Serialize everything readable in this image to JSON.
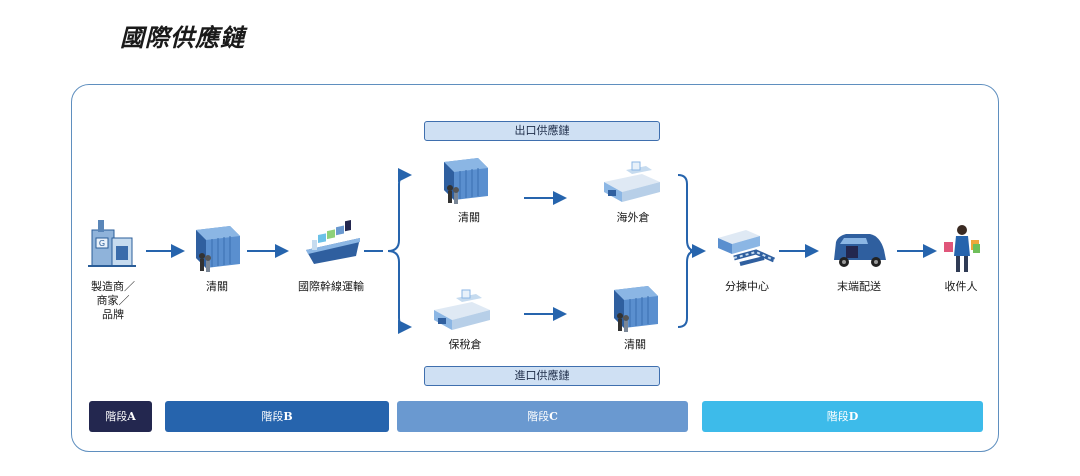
{
  "title": "國際供應鏈",
  "export_chain": "出口供應鏈",
  "import_chain": "進口供應鏈",
  "nodes": {
    "manufacturer": "製造商／\n商家／\n品牌",
    "customs_1": "清關",
    "trunk_transport": "國際幹線運輸",
    "customs_export": "清關",
    "overseas_warehouse": "海外倉",
    "bonded_warehouse": "保稅倉",
    "customs_import": "清關",
    "sorting_center": "分揀中心",
    "last_mile": "末端配送",
    "recipient": "收件人"
  },
  "stages": [
    {
      "prefix": "階段",
      "letter": "A",
      "color": "#23274f"
    },
    {
      "prefix": "階段",
      "letter": "B",
      "color": "#2664ad"
    },
    {
      "prefix": "階段",
      "letter": "C",
      "color": "#6a99d0"
    },
    {
      "prefix": "階段",
      "letter": "D",
      "color": "#3dbbea"
    }
  ]
}
